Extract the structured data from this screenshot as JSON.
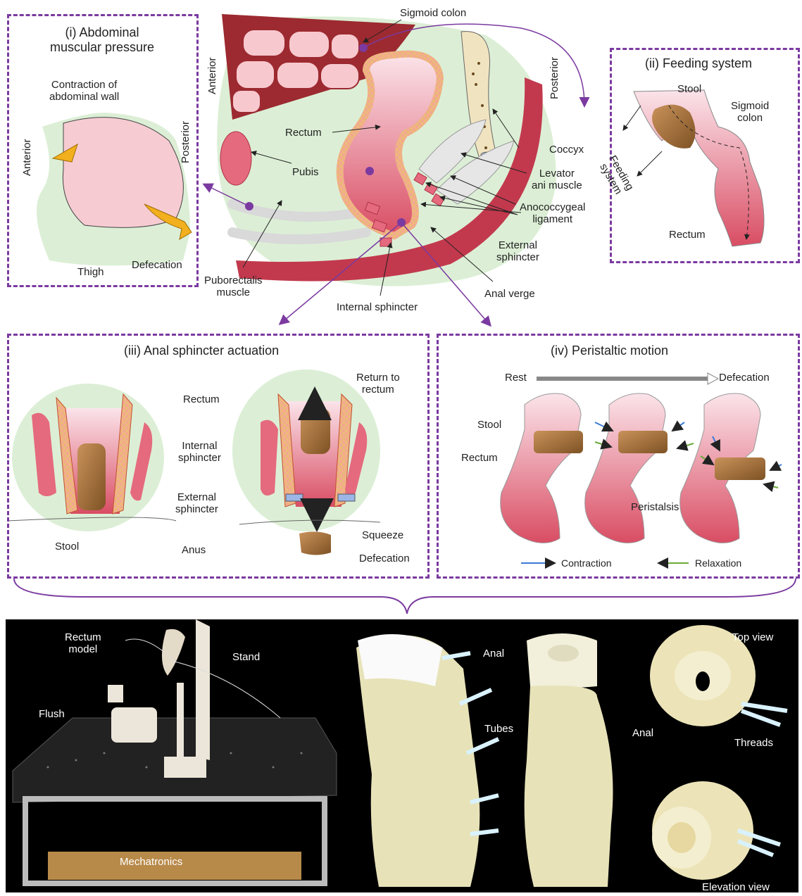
{
  "colors": {
    "panel_border": "#7b3aa0",
    "tissue_pink": "#e0707e",
    "stool_brown": "#a9743a",
    "background_green": "#dcefd6",
    "contraction": "#3a7bd5",
    "relaxation": "#6aaa3a"
  },
  "center": {
    "labels": {
      "sigmoid_colon": "Sigmoid colon",
      "anterior": "Anterior",
      "posterior": "Posterior",
      "rectum": "Rectum",
      "pubis": "Pubis",
      "coccyx": "Coccyx",
      "levator": "Levator\nani muscle",
      "anococcygeal": "Anococcygeal\nligament",
      "external_sphincter": "External\nsphincter",
      "puborectalis": "Puborectalis\nmuscle",
      "internal_sphincter": "Internal sphincter",
      "anal_verge": "Anal verge"
    }
  },
  "panel_i": {
    "title": "(i) Abdominal\nmuscular pressure",
    "contraction": "Contraction of\nabdominal wall",
    "anterior": "Anterior",
    "posterior": "Posterior",
    "thigh": "Thigh",
    "defecation": "Defecation"
  },
  "panel_ii": {
    "title": "(ii) Feeding system",
    "stool": "Stool",
    "sigmoid": "Sigmoid\ncolon",
    "feeding": "Feeding\nsystem",
    "rectum": "Rectum"
  },
  "panel_iii": {
    "title": "(iii) Anal sphincter actuation",
    "rectum": "Rectum",
    "internal": "Internal\nsphincter",
    "external": "External\nsphincter",
    "stool": "Stool",
    "anus": "Anus",
    "return": "Return to\nrectum",
    "squeeze": "Squeeze",
    "defecation": "Defecation"
  },
  "panel_iv": {
    "title": "(iv) Peristaltic motion",
    "rest": "Rest",
    "defecation": "Defecation",
    "stool": "Stool",
    "rectum": "Rectum",
    "peristalsis": "Peristalsis",
    "contraction": "Contraction",
    "relaxation": "Relaxation"
  },
  "photos": {
    "rectum_model": "Rectum\nmodel",
    "stand": "Stand",
    "flush": "Flush",
    "mechatronics": "Mechatronics",
    "anal_1": "Anal",
    "tubes": "Tubes",
    "top_view": "Top view",
    "anal_2": "Anal",
    "threads": "Threads",
    "elevation_view": "Elevation view"
  }
}
